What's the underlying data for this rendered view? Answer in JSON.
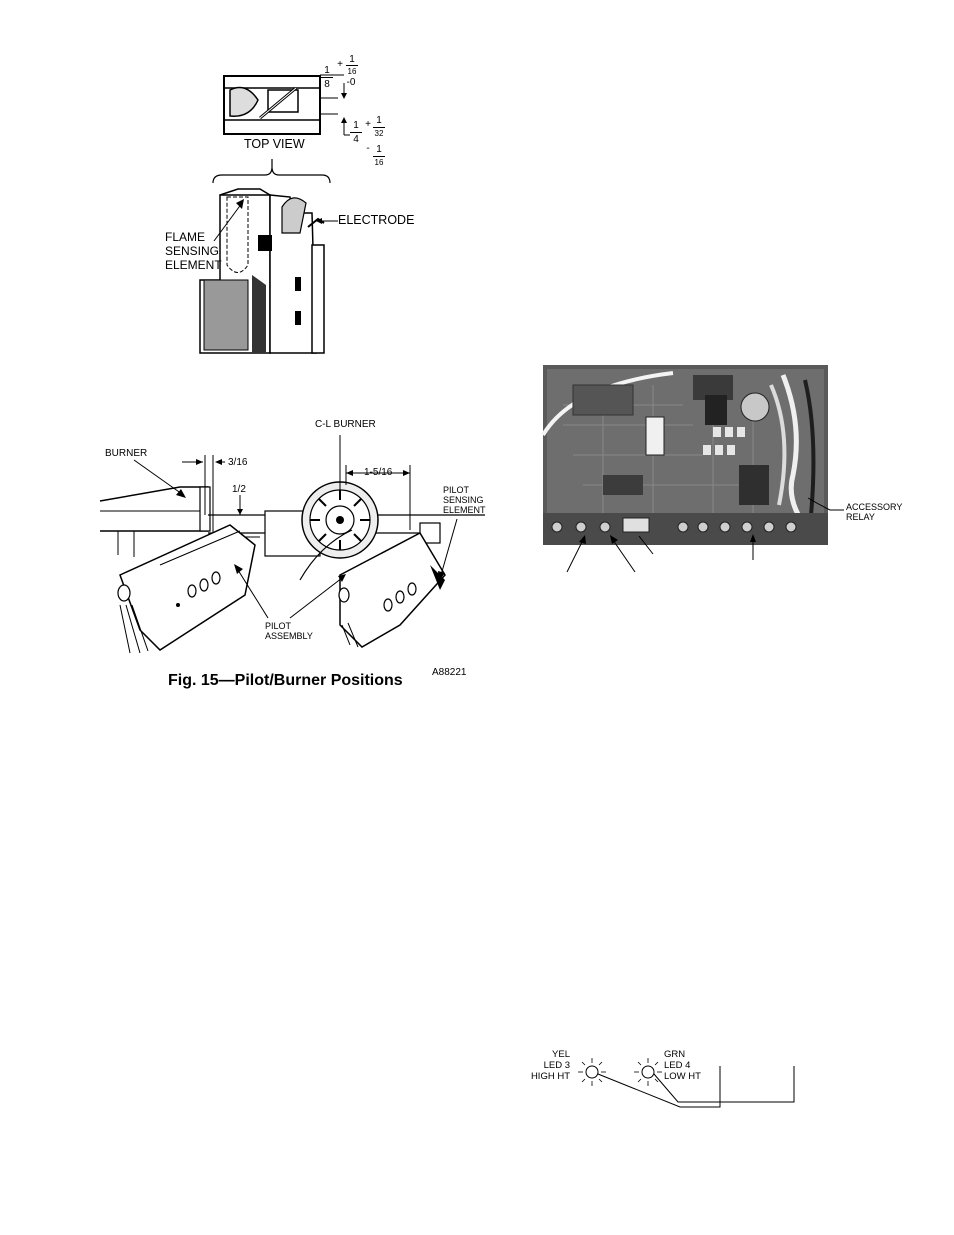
{
  "figure15": {
    "top_view": {
      "label": "TOP VIEW",
      "dim1_whole": "1",
      "dim1_den": "8",
      "dim1_plus_num": "1",
      "dim1_plus_den": "16",
      "dim1_minus": "-0",
      "dim2_whole": "1",
      "dim2_den": "4",
      "dim2_plus_num": "1",
      "dim2_plus_den": "32",
      "dim2_minus_num": "1",
      "dim2_minus_den": "16",
      "flame_sensing_element": [
        "FLAME",
        "SENSING",
        "ELEMENT"
      ],
      "electrode": "ELECTRODE"
    },
    "side_view": {
      "burner": "BURNER",
      "dim_3_16": "3/16",
      "dim_1_2": "1/2",
      "cl_burner": "C-L BURNER",
      "dim_1_5_16": "1-5/16",
      "pilot_sensing_element": [
        "PILOT",
        "SENSING",
        "ELEMENT"
      ],
      "pilot_assembly": [
        "PILOT",
        "ASSEMBLY"
      ]
    },
    "caption": "Fig. 15—Pilot/Burner Positions",
    "code": "A88221"
  },
  "control_board": {
    "accessory_relay": [
      "ACCESSORY",
      "RELAY"
    ]
  },
  "led_diagram": {
    "led3": [
      "YEL",
      "LED 3",
      "HIGH HT"
    ],
    "led4": [
      "GRN",
      "LED 4",
      "LOW HT"
    ]
  }
}
